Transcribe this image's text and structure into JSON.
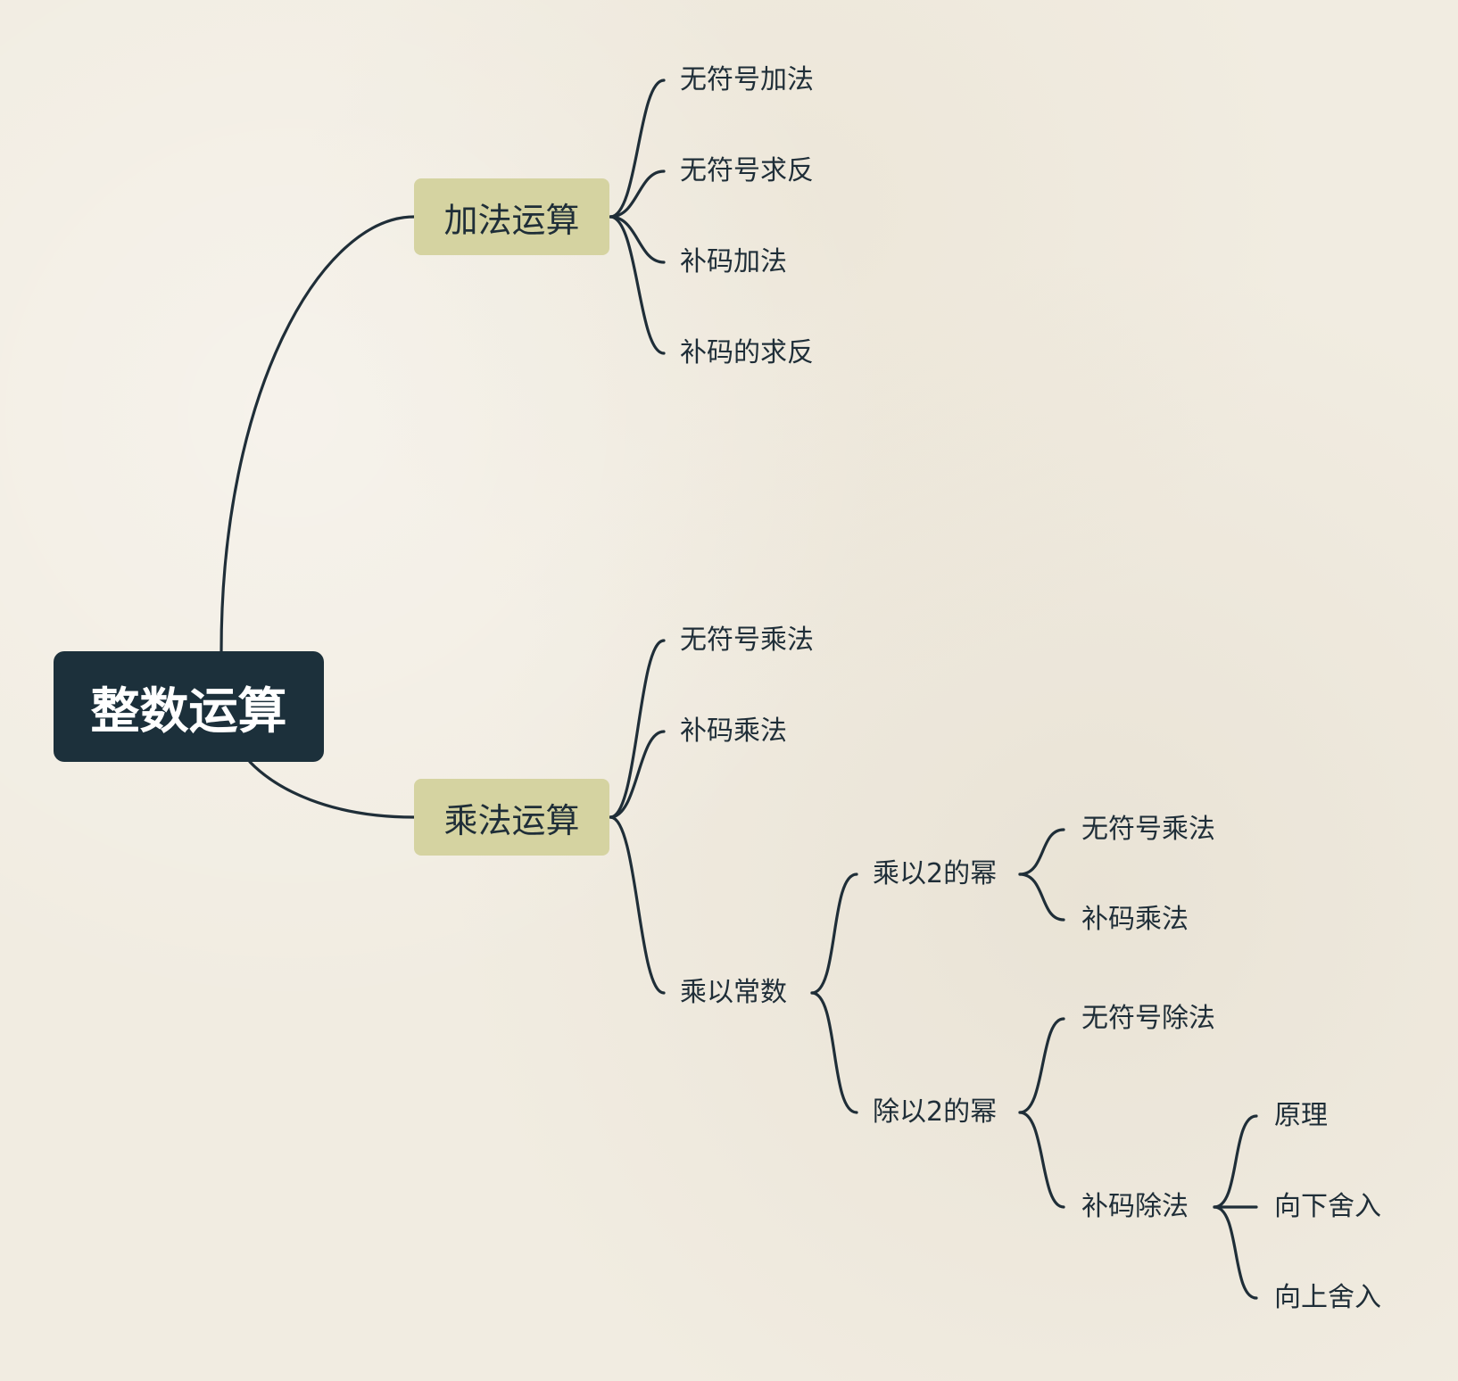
{
  "mindmap": {
    "root": {
      "label": "整数运算"
    },
    "addition": {
      "label": "加法运算",
      "children": [
        "无符号加法",
        "无符号求反",
        "补码加法",
        "补码的求反"
      ]
    },
    "multiplication": {
      "label": "乘法运算",
      "children": [
        "无符号乘法",
        "补码乘法",
        "乘以常数"
      ],
      "constant": {
        "mul_pow2": {
          "label": "乘以2的幂",
          "children": [
            "无符号乘法",
            "补码乘法"
          ]
        },
        "div_pow2": {
          "label": "除以2的幂",
          "children": [
            "无符号除法",
            "补码除法"
          ],
          "twos_complement_division": {
            "children": [
              "原理",
              "向下舍入",
              "向上舍入"
            ]
          }
        }
      }
    }
  }
}
